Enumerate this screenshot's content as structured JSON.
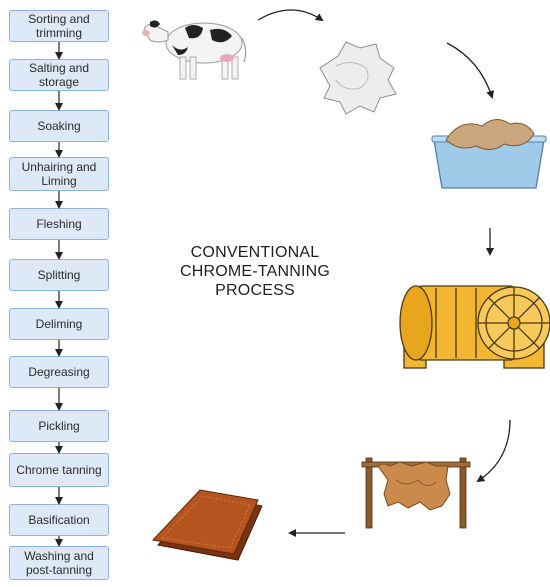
{
  "title": "CONVENTIONAL CHROME-TANNING PROCESS",
  "steps": [
    "Sorting and trimming",
    "Salting and storage",
    "Soaking",
    "Unhairing and Liming",
    "Fleshing",
    "Splitting",
    "Deliming",
    "Degreasing",
    "Pickling",
    "Chrome tanning",
    "Basification",
    "Washing and post-tanning"
  ],
  "illustrations": [
    "cow-icon",
    "raw-hide-icon",
    "soaking-tub-icon",
    "tanning-drum-icon",
    "drying-rack-icon",
    "finished-leather-icon"
  ],
  "colors": {
    "step_fill": "#dde9f7",
    "step_border": "#8fb2dc",
    "drum": "#f2b632",
    "water": "#9fcbe8",
    "hide": "#c98a4b",
    "leather": "#b5541e"
  }
}
